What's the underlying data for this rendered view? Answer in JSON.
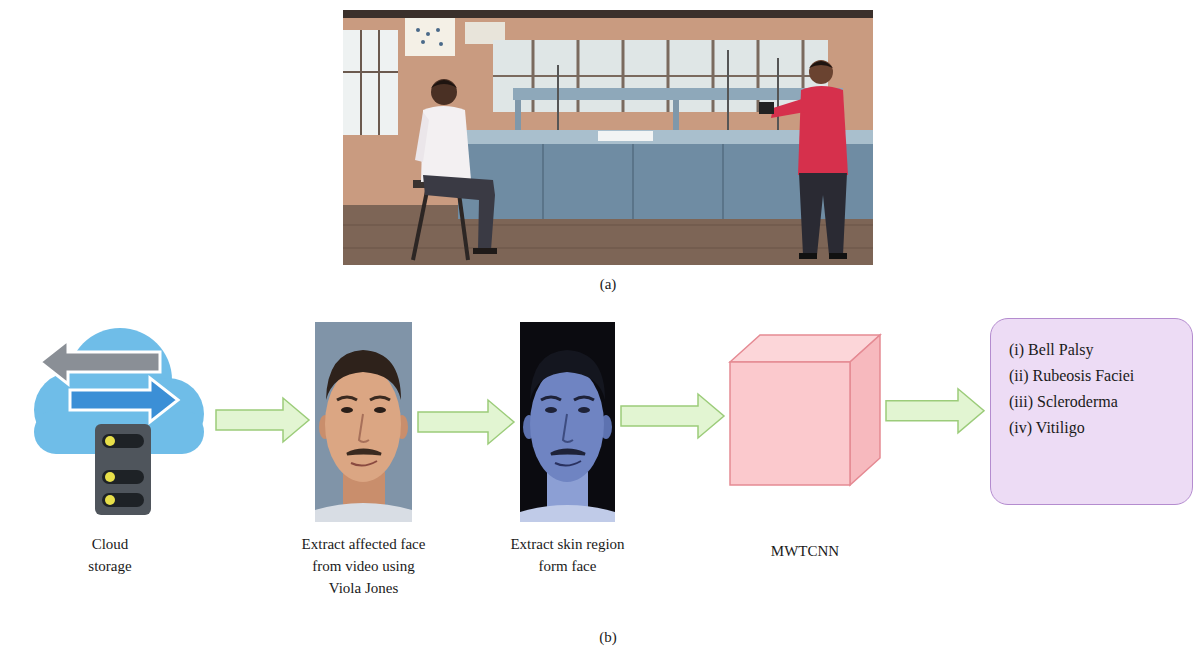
{
  "diagram": {
    "nodes": [
      {
        "text": [
          "Cloud storage"
        ]
      },
      {
        "text": [
          "Extract affected face from video using Viola Jones"
        ]
      },
      {
        "text": [
          "Extract skin region form face"
        ]
      },
      {
        "text": [
          "MWTCNN"
        ]
      },
      {
        "text": [
          "(i) Bell Palsy",
          "(ii) Rubeosis Faciei",
          "(iii) Scleroderma",
          "(iv) Vitiligo"
        ]
      }
    ],
    "edges": [
      {
        "from": 0,
        "to": 1,
        "arrow": "to"
      },
      {
        "from": 1,
        "to": 2,
        "arrow": "to"
      },
      {
        "from": 2,
        "to": 3,
        "arrow": "to"
      },
      {
        "from": 3,
        "to": 4,
        "arrow": "to"
      }
    ],
    "labels": [
      "(a)",
      "(b)"
    ]
  }
}
